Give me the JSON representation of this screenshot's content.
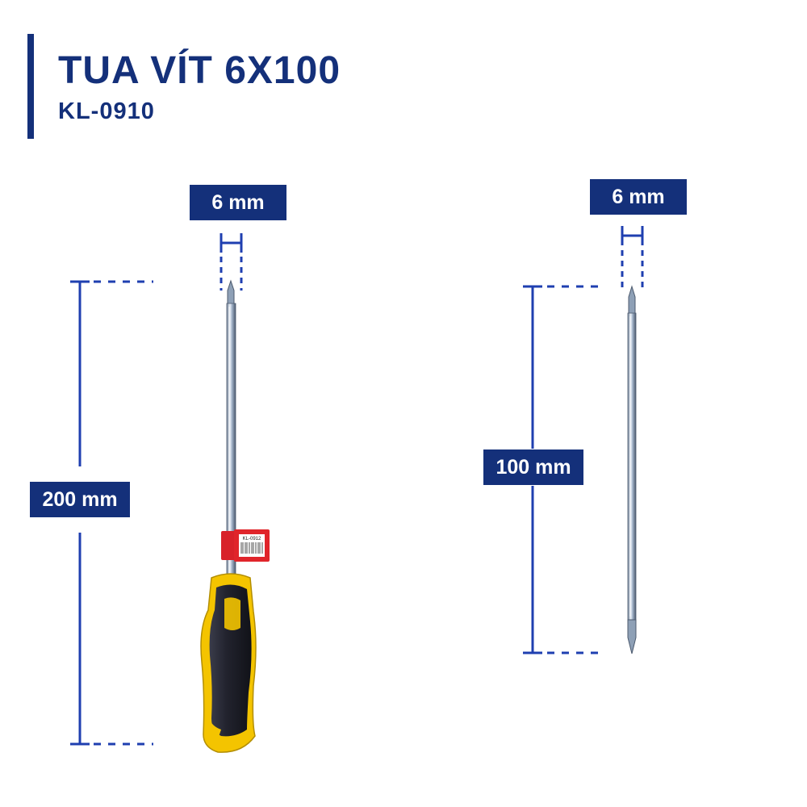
{
  "header": {
    "title": "TUA VÍT 6X100",
    "model": "KL-0910"
  },
  "tool_full": {
    "width_label": "6 mm",
    "length_label": "200 mm",
    "tag_text": "KL-0912"
  },
  "tool_bit": {
    "width_label": "6 mm",
    "length_label": "100 mm"
  },
  "colors": {
    "brand_blue": "#14307a",
    "dimension_line": "#1f3fb0",
    "handle_yellow": "#f4c400",
    "handle_black": "#1c1d28",
    "tag_red": "#e0252b",
    "shaft_silver": "#b8c6d8"
  }
}
